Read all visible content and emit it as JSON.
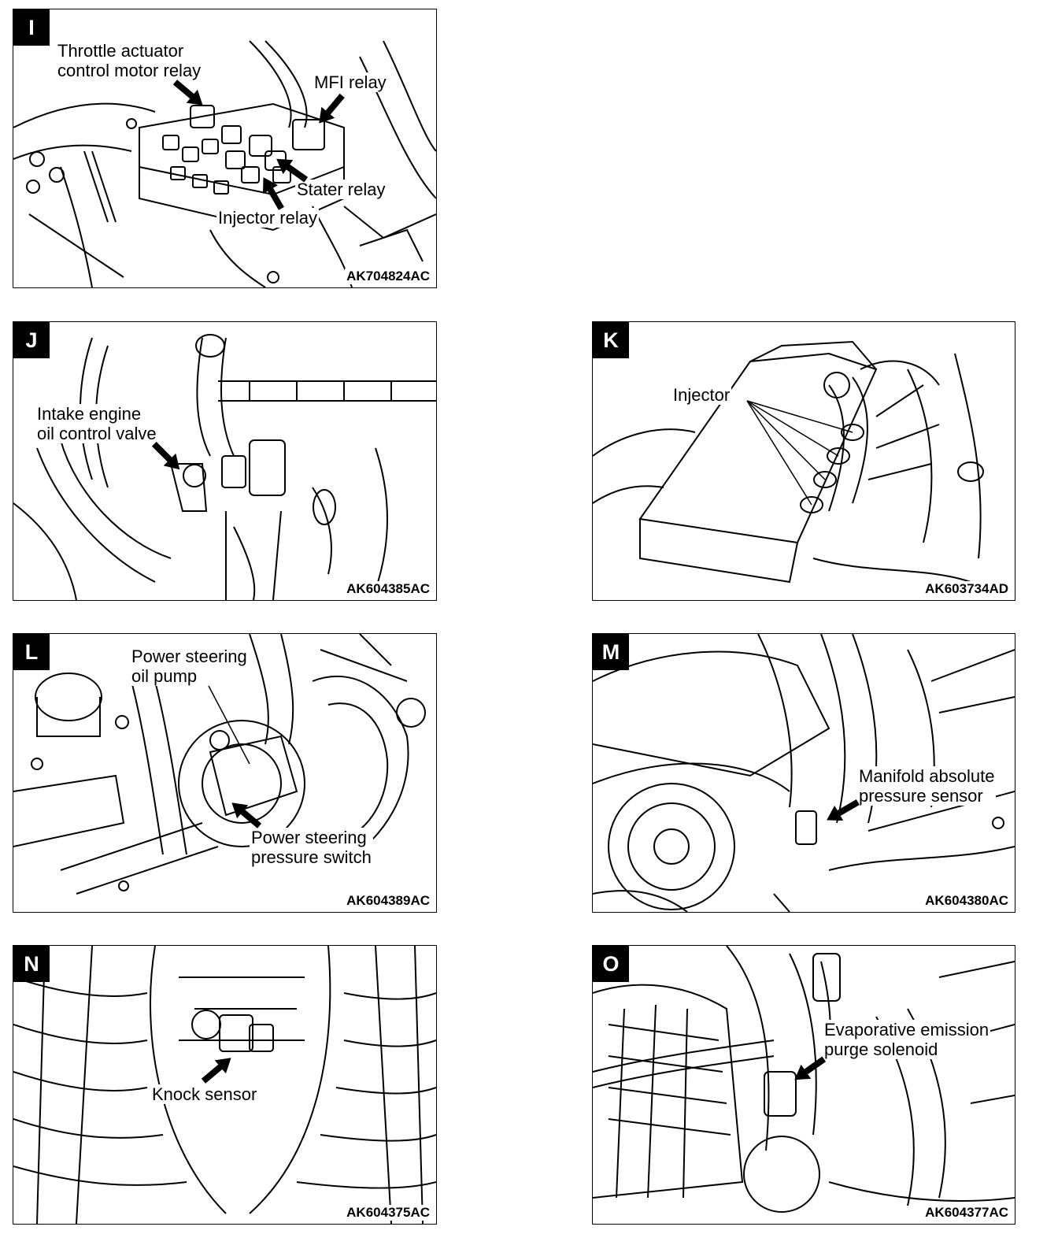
{
  "panels": {
    "I": {
      "letter": "I",
      "code": "AK704824AC",
      "labels": {
        "throttle_1": "Throttle actuator",
        "throttle_2": "control motor relay",
        "mfi": "MFI relay",
        "stater": "Stater relay",
        "injector": "Injector relay"
      }
    },
    "J": {
      "letter": "J",
      "code": "AK604385AC",
      "labels": {
        "valve_1": "Intake engine",
        "valve_2": "oil control valve"
      }
    },
    "K": {
      "letter": "K",
      "code": "AK603734AD",
      "labels": {
        "injector": "Injector"
      }
    },
    "L": {
      "letter": "L",
      "code": "AK604389AC",
      "labels": {
        "pump_1": "Power steering",
        "pump_2": "oil pump",
        "switch_1": "Power steering",
        "switch_2": "pressure switch"
      }
    },
    "M": {
      "letter": "M",
      "code": "AK604380AC",
      "labels": {
        "map_1": "Manifold absolute",
        "map_2": "pressure sensor"
      }
    },
    "N": {
      "letter": "N",
      "code": "AK604375AC",
      "labels": {
        "knock": "Knock sensor"
      }
    },
    "O": {
      "letter": "O",
      "code": "AK604377AC",
      "labels": {
        "evap_1": "Evaporative emission",
        "evap_2": "purge solenoid"
      }
    }
  },
  "icons": {
    "pointer": "arrow-icon",
    "leader": "leader-line"
  }
}
